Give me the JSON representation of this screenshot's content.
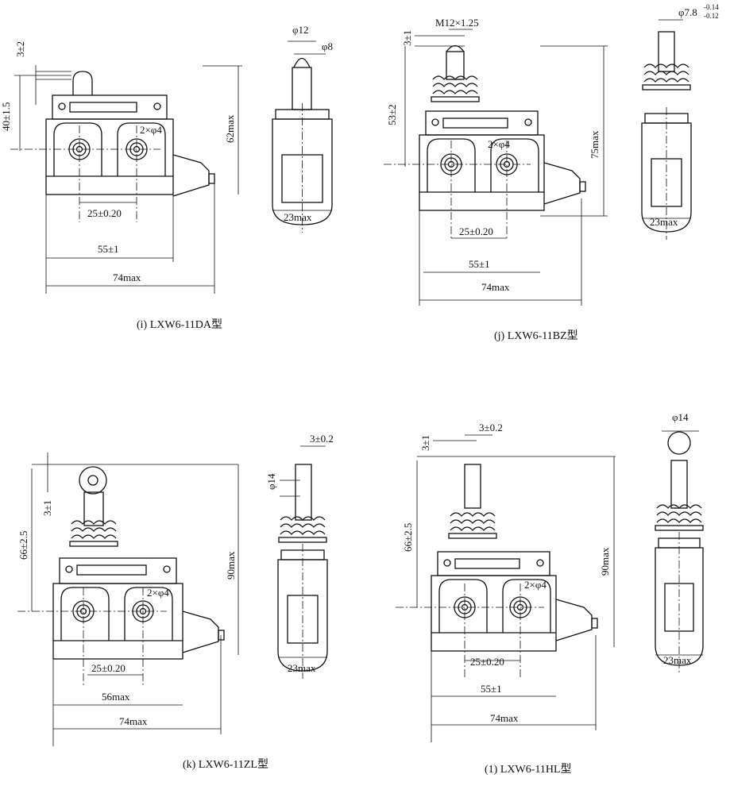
{
  "panels": {
    "i": {
      "caption": "(i) LXW6-11DA型",
      "dims": {
        "plunger_travel": "3±2",
        "height_to_holes": "40±1.5",
        "holes": "2×φ4",
        "hole_spacing": "25±0.20",
        "plate_width": "55±1",
        "overall_width": "74max",
        "dia_top": "φ12",
        "dia_plunger": "φ8",
        "overall_height": "62max",
        "side_width": "23max"
      }
    },
    "j": {
      "caption": "(j) LXW6-11BZ型",
      "dims": {
        "thread": "M12×1.25",
        "plunger_travel": "3±1",
        "height_to_holes": "53±2",
        "holes": "2×φ4",
        "hole_spacing": "25±0.20",
        "plate_width": "55±1",
        "overall_width": "74max",
        "overall_height": "75max",
        "dia_plunger": "φ7.8",
        "tol_upper": "-0.14",
        "tol_lower": "-0.12",
        "side_width": "23max"
      }
    },
    "k": {
      "caption": "(k) LXW6-11ZL型",
      "dims": {
        "roller_width": "3±0.2",
        "roller_dia": "φ14",
        "height_to_holes": "66±2.5",
        "plunger_travel": "3±1",
        "holes": "2×φ4",
        "hole_spacing": "25±0.20",
        "plate_width": "56max",
        "overall_width": "74max",
        "overall_height": "90max",
        "side_width": "23max"
      }
    },
    "l": {
      "caption": "(1) LXW6-11HL型",
      "dims": {
        "plunger_travel": "3±1",
        "roller_width": "3±0.2",
        "roller_dia": "φ14",
        "height_to_holes": "66±2.5",
        "overall_height": "90max",
        "holes": "2×φ4",
        "hole_spacing": "25±0.20",
        "plate_width": "55±1",
        "overall_width": "74max",
        "side_width": "23max"
      }
    }
  }
}
